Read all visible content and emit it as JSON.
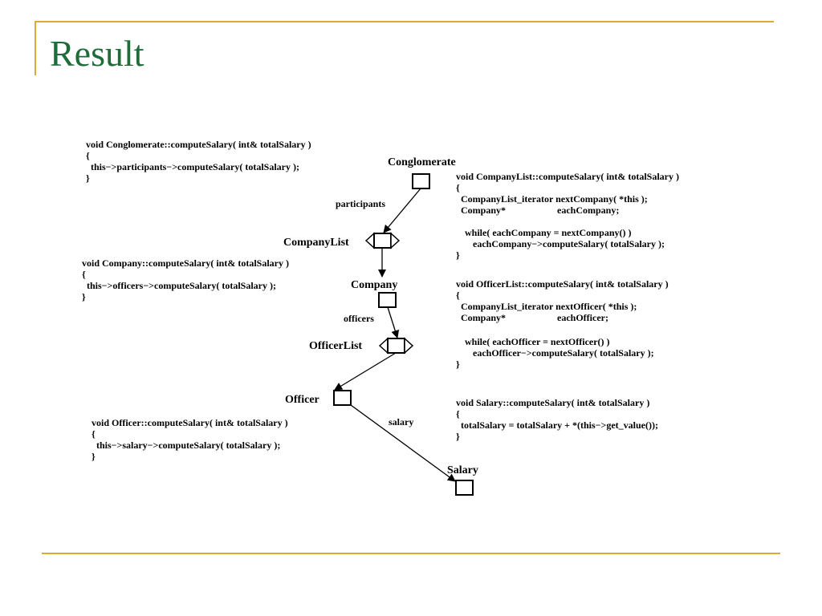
{
  "slide": {
    "title": "Result"
  },
  "nodes": {
    "conglomerate": "Conglomerate",
    "company_list": "CompanyList",
    "company": "Company",
    "officer_list": "OfficerList",
    "officer": "Officer",
    "salary": "Salary"
  },
  "edges": {
    "participants": "participants",
    "officers": "officers",
    "salary": "salary"
  },
  "code": {
    "conglomerate": [
      "void Conglomerate::computeSalary( int& totalSalary )",
      "{",
      "  this−>participants−>computeSalary( totalSalary );",
      "}"
    ],
    "company": [
      "void Company::computeSalary( int& totalSalary )",
      "{",
      "  this−>officers−>computeSalary( totalSalary );",
      "}"
    ],
    "officer": [
      "void Officer::computeSalary( int& totalSalary )",
      "{",
      "  this−>salary−>computeSalary( totalSalary );",
      "}"
    ],
    "company_list": [
      "void CompanyList::computeSalary( int& totalSalary )",
      "{",
      "  CompanyList_iterator nextCompany( *this );",
      "  Company*",
      "eachCompany;",
      "while( eachCompany = nextCompany() )",
      "eachCompany−>computeSalary( totalSalary );",
      "}"
    ],
    "officer_list": [
      "void OfficerList::computeSalary( int& totalSalary )",
      "{",
      "  CompanyList_iterator nextOfficer( *this );",
      "  Company*",
      "eachOfficer;",
      "while( eachOfficer = nextOfficer() )",
      "eachOfficer−>computeSalary( totalSalary );",
      "}"
    ],
    "salary": [
      "void Salary::computeSalary( int& totalSalary )",
      "{",
      "  totalSalary = totalSalary + *(this−>get_value());",
      "}"
    ]
  }
}
